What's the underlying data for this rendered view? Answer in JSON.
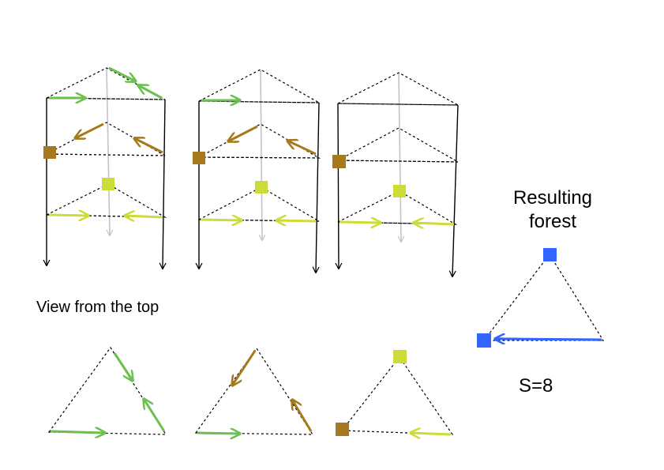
{
  "labels": {
    "view_from_top": "View from the top",
    "resulting_line1": "Resulting",
    "resulting_line2": "forest",
    "score": "S=8"
  },
  "colors": {
    "green": "#6cbf50",
    "brown": "#a67a1c",
    "yellow": "#cddc39",
    "blue": "#3366ff",
    "dark_blue": "#0a2a99",
    "gray_axis": "#c4c4c4"
  }
}
